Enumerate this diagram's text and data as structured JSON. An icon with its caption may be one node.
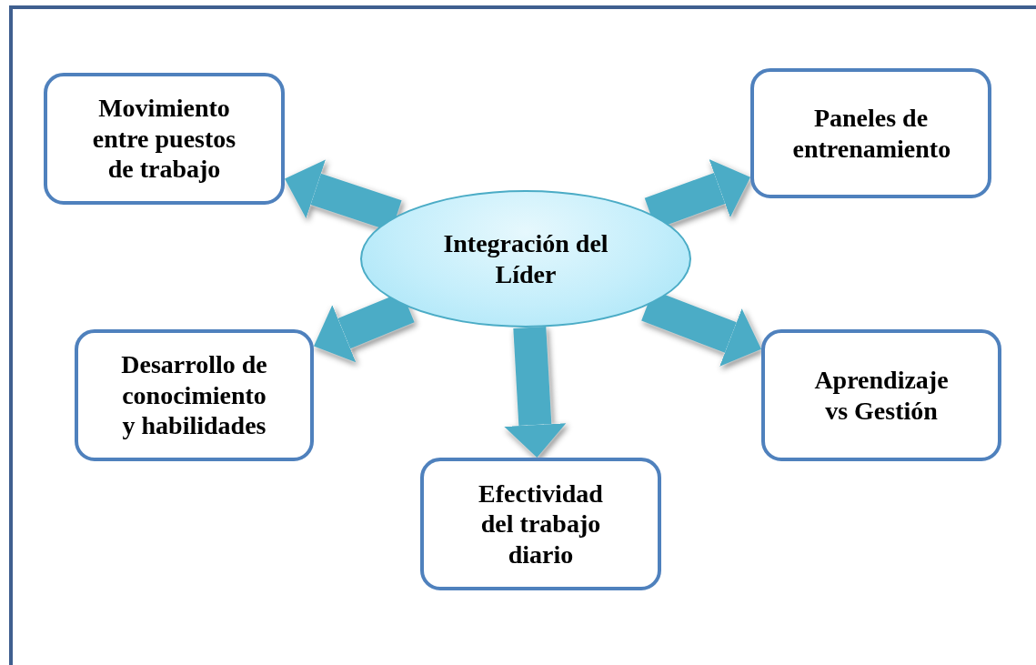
{
  "diagram": {
    "nodes": [
      {
        "text": [
          "Movimiento entre puestos de trabajo"
        ]
      },
      {
        "text": [
          "Paneles de entrenamiento"
        ]
      },
      {
        "text": [
          "Integración del Líder"
        ]
      },
      {
        "text": [
          "Desarrollo de conocimiento y habilidades"
        ]
      },
      {
        "text": [
          "Aprendizaje vs Gestión"
        ]
      },
      {
        "text": [
          "Efectividad del trabajo diario"
        ]
      }
    ],
    "edges": [
      {
        "from": 2,
        "to": 0,
        "arrow": "to"
      },
      {
        "from": 2,
        "to": 1,
        "arrow": "to"
      },
      {
        "from": 2,
        "to": 3,
        "arrow": "to"
      },
      {
        "from": 2,
        "to": 5,
        "arrow": "to"
      },
      {
        "from": 2,
        "to": 4,
        "arrow": "to"
      }
    ]
  }
}
